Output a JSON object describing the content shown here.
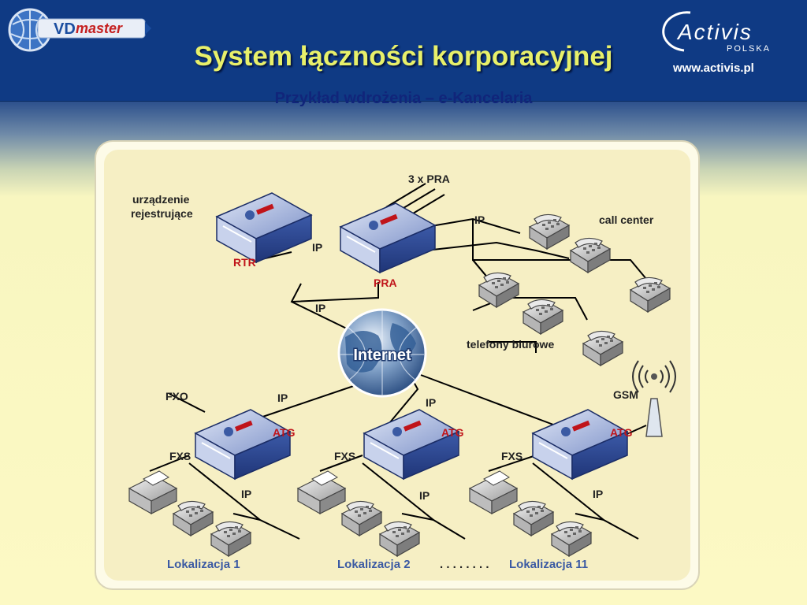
{
  "header": {
    "title": "System łączności korporacyjnej",
    "subtitle": "Przykład wdrożenia – e-Kancelaria",
    "url": "www.activis.pl",
    "logo_left_text": {
      "vd": "VD",
      "master": "master"
    },
    "logo_right_text": {
      "brand": "Activis",
      "country": "POLSKA"
    }
  },
  "diagram": {
    "labels": {
      "recorder": "urządzenie\nrejestrujące",
      "rtr": "RTR",
      "pra_lines": "3 x PRA",
      "pra": "PRA",
      "ip_top": "IP",
      "ip_pra": "IP",
      "ip_left": "IP",
      "call_center": "call center",
      "office_phones": "telefony biurowe",
      "internet": "Internet",
      "fxo": "FXO",
      "ip_loc1": "IP",
      "ip_loc2": "IP",
      "gsm": "GSM",
      "atg1": "ATG",
      "atg2": "ATG",
      "atg3": "ATG",
      "fxs1": "FXS",
      "fxs2": "FXS",
      "fxs3": "FXS",
      "ip_b1": "IP",
      "ip_b2": "IP",
      "ip_b3": "IP",
      "loc1": "Lokalizacja 1",
      "loc2": "Lokalizacja 2",
      "dots": ". . . . . . . .",
      "loc11": "Lokalizacja 11"
    },
    "colors": {
      "panel": "#f6efc4",
      "device_red": "#c0141a",
      "location_blue": "#3b5aa3",
      "text_dark": "#222222"
    }
  }
}
